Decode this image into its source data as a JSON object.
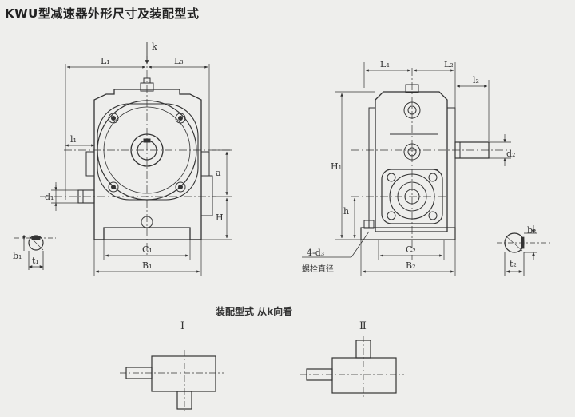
{
  "title": "KWU型减速器外形尺寸及装配型式",
  "assembly_caption": "装配型式  从k向看",
  "bolt_note": "螺栓直径",
  "front_view": {
    "labels": {
      "L1": "L₁",
      "L3": "L₃",
      "k": "k",
      "l1": "l₁",
      "d1": "d₁",
      "a": "a",
      "H": "H",
      "C1": "C₁",
      "B1": "B₁"
    }
  },
  "side_view": {
    "labels": {
      "L4": "L₄",
      "L2": "L₂",
      "l2": "l₂",
      "d2": "d₂",
      "H1": "H₁",
      "h": "h",
      "C2": "C₂",
      "B2": "B₂",
      "d3": "4-d₃"
    }
  },
  "shaft_sections": {
    "left": {
      "b1": "b₁",
      "t1": "t₁"
    },
    "right": {
      "b2": "b₂",
      "t2": "t₂"
    }
  },
  "assembly_types": [
    {
      "numeral": "Ⅰ"
    },
    {
      "numeral": "Ⅱ"
    }
  ]
}
